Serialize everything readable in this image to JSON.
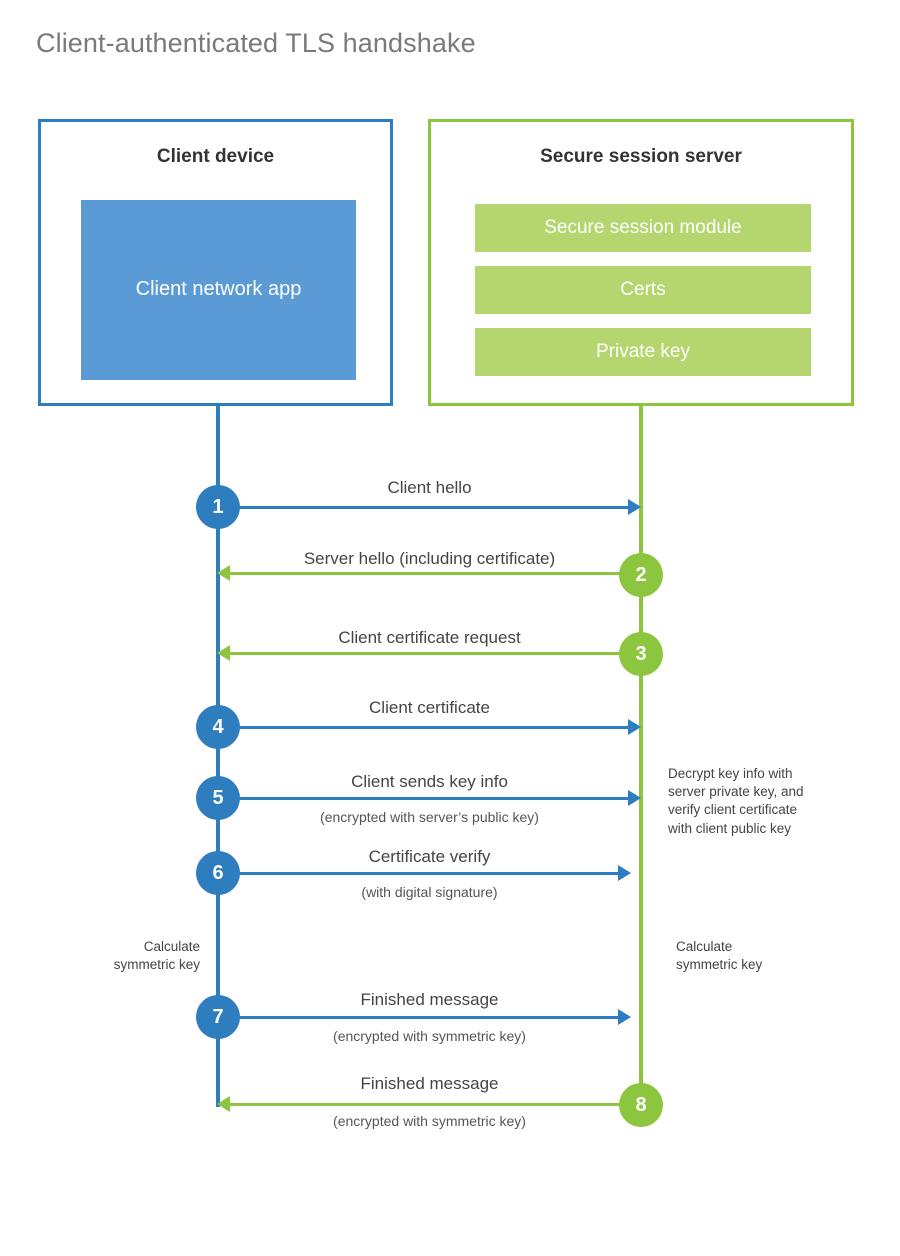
{
  "page": {
    "title": "Client-authenticated TLS handshake"
  },
  "colors": {
    "client_blue": "#2e7dbf",
    "client_fill_blue": "#5b9bd5",
    "server_green": "#8cc63f",
    "server_fill_green": "#b5d56f",
    "title_gray": "#7a7a7a",
    "text_dark": "#333333"
  },
  "participants": {
    "client": {
      "title": "Client device",
      "component": "Client network app"
    },
    "server": {
      "title": "Secure session server",
      "components": [
        "Secure session module",
        "Certs",
        "Private key"
      ]
    }
  },
  "steps": [
    {
      "number": "1",
      "direction": "client-to-server",
      "label": "Client hello",
      "sublabel": ""
    },
    {
      "number": "2",
      "direction": "server-to-client",
      "label": "Server hello (including certificate)",
      "sublabel": ""
    },
    {
      "number": "3",
      "direction": "server-to-client",
      "label": "Client certificate request",
      "sublabel": ""
    },
    {
      "number": "4",
      "direction": "client-to-server",
      "label": "Client certificate",
      "sublabel": ""
    },
    {
      "number": "5",
      "direction": "client-to-server",
      "label": "Client sends key info",
      "sublabel": "(encrypted with server’s public key)"
    },
    {
      "number": "6",
      "direction": "client-to-server",
      "label": "Certificate verify",
      "sublabel": "(with digital signature)"
    },
    {
      "number": "7",
      "direction": "client-to-server",
      "label": "Finished message",
      "sublabel": "(encrypted with symmetric key)"
    },
    {
      "number": "8",
      "direction": "server-to-client",
      "label": "Finished message",
      "sublabel": "(encrypted with symmetric key)"
    }
  ],
  "notes": {
    "server_decrypt": "Decrypt key info with server private key, and verify client certificate with client public key",
    "client_calculate": "Calculate\nsymmetric key",
    "server_calculate": "Calculate\nsymmetric key",
    "client_calculate_line1": "Calculate",
    "client_calculate_line2": "symmetric key",
    "server_calculate_line1": "Calculate",
    "server_calculate_line2": "symmetric key",
    "server_decrypt_line1": "Decrypt key info with",
    "server_decrypt_line2": "server private key, and",
    "server_decrypt_line3": "verify client certificate",
    "server_decrypt_line4": "with client public key"
  }
}
